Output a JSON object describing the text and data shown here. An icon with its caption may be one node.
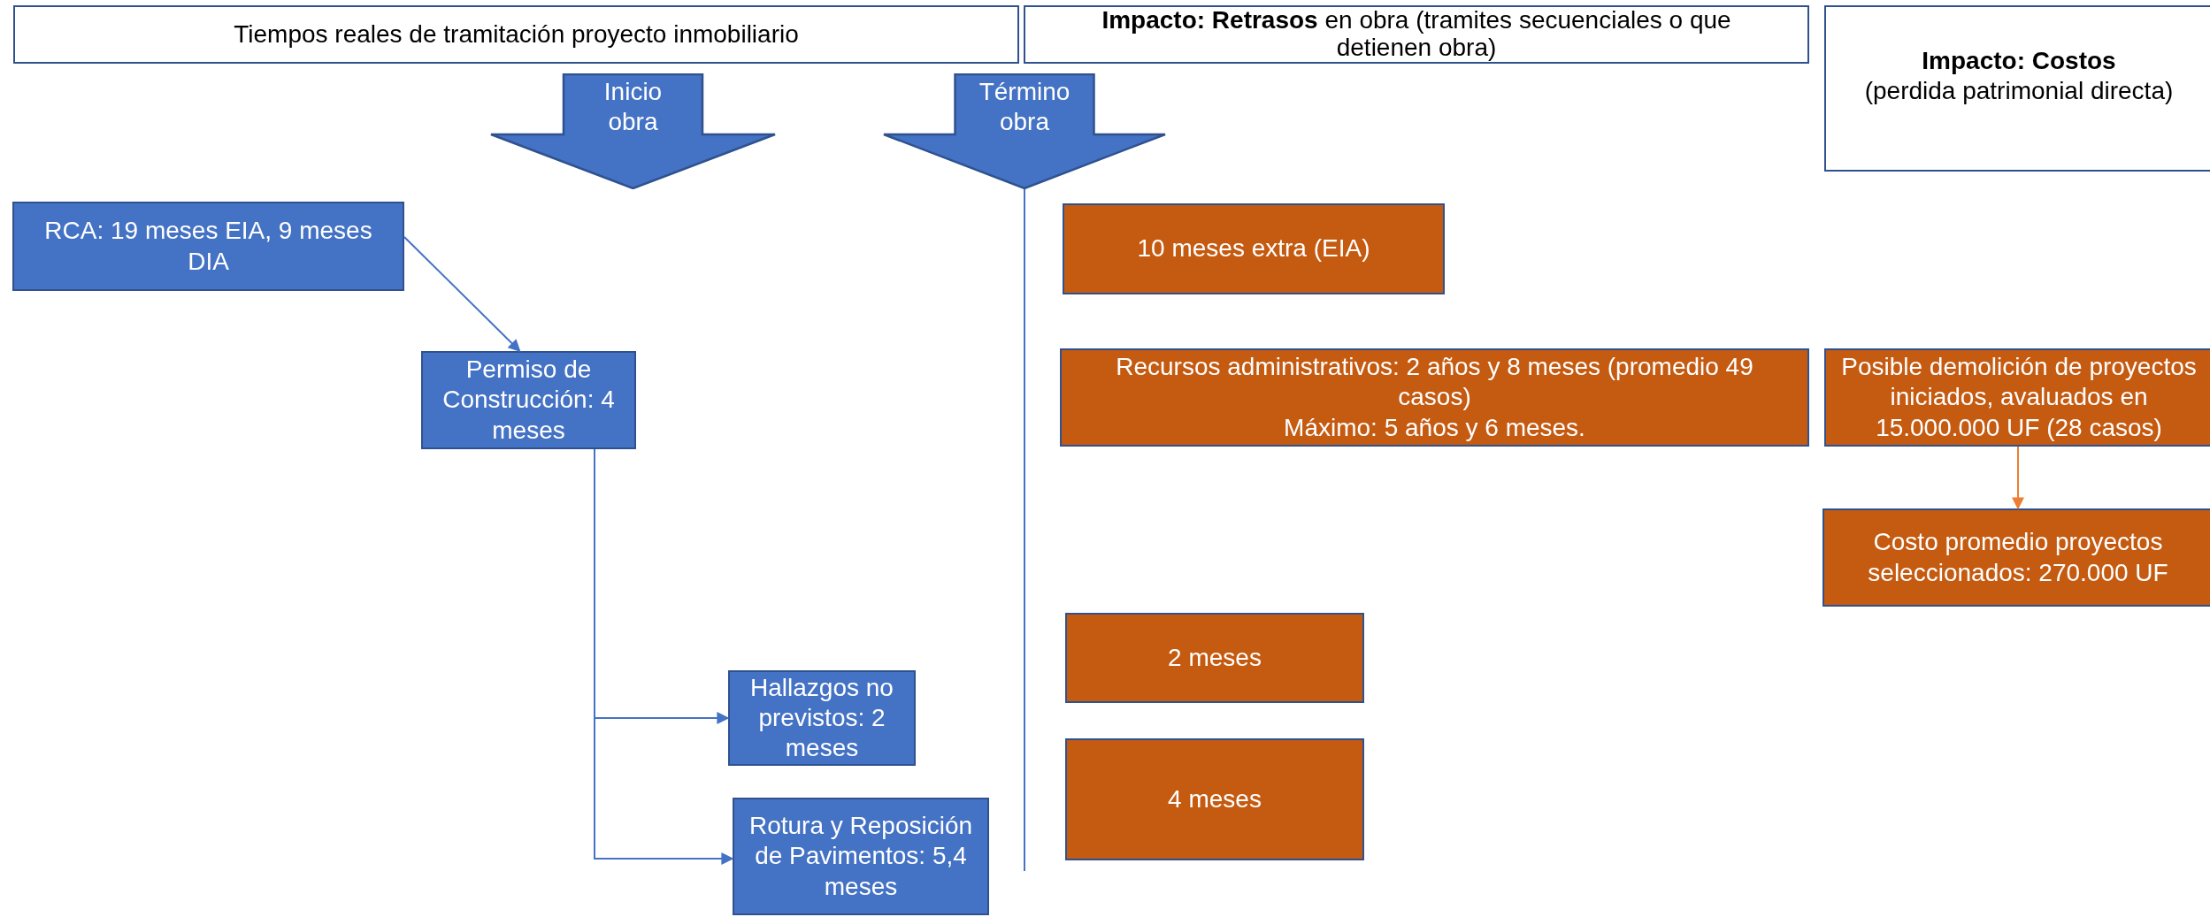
{
  "diagram": {
    "nodes": [
      {
        "text": [
          "Tiempos reales de tramitación proyecto inmobiliario"
        ]
      },
      {
        "text": [
          "**Impacto: Retrasos** en obra (tramites secuenciales o que detienen obra)"
        ]
      },
      {
        "text": [
          "Impacto: Costos",
          "(perdida patrimonial directa)"
        ]
      },
      {
        "text": [
          "Inicio obra"
        ]
      },
      {
        "text": [
          "Término obra"
        ]
      },
      {
        "text": [
          "RCA: 19 meses EIA, 9 meses DIA"
        ]
      },
      {
        "text": [
          "10 meses extra (EIA)"
        ]
      },
      {
        "text": [
          "Permiso de Construcción: 4 meses"
        ]
      },
      {
        "text": [
          "Recursos administrativos: 2 años y 8 meses (promedio 49 casos)",
          "Máximo: 5 años y 6 meses."
        ]
      },
      {
        "text": [
          "Posible demolición de proyectos iniciados, avaluados en 15.000.000 UF (28 casos)"
        ]
      },
      {
        "text": [
          "Costo promedio proyectos seleccionados: 270.000 UF"
        ]
      },
      {
        "text": [
          "2 meses"
        ]
      },
      {
        "text": [
          "Hallazgos no previstos: 2 meses"
        ]
      },
      {
        "text": [
          "4 meses"
        ]
      },
      {
        "text": [
          "Rotura y Reposición de Pavimentos: 5,4 meses"
        ]
      }
    ],
    "edges": [
      {
        "from": 5,
        "to": 7,
        "arrow": "to"
      },
      {
        "from": 7,
        "to": 12,
        "arrow": "to"
      },
      {
        "from": 7,
        "to": 14,
        "arrow": "to"
      },
      {
        "from": 4,
        "to": null,
        "arrow": "none"
      },
      {
        "from": 9,
        "to": 10,
        "arrow": "to",
        "color": "#ed7d31"
      }
    ]
  }
}
